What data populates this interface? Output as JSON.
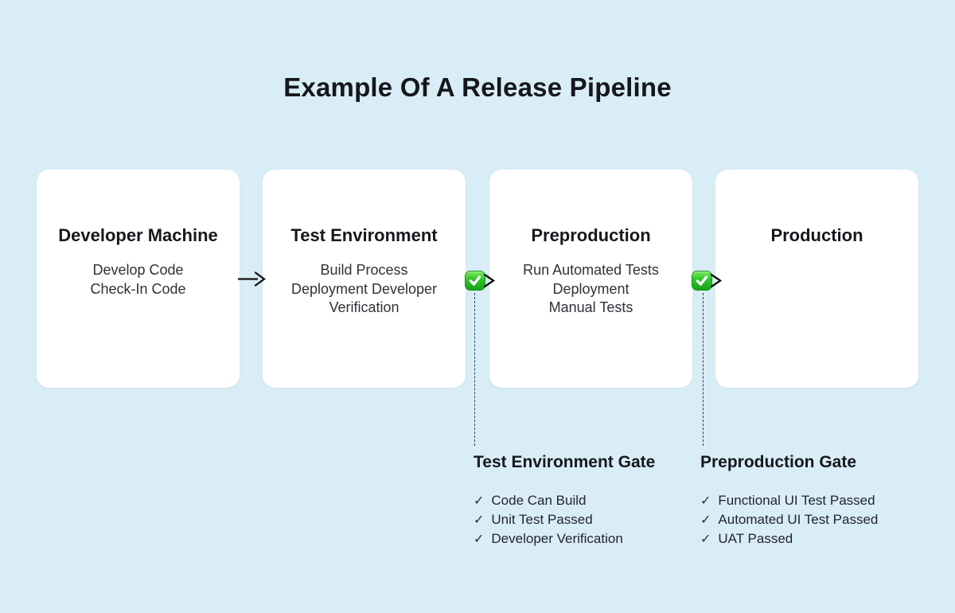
{
  "title": "Example Of A Release Pipeline",
  "stages": [
    {
      "name": "Developer Machine",
      "lines": [
        "Develop Code",
        "Check-In Code"
      ]
    },
    {
      "name": "Test Environment",
      "lines": [
        "Build Process",
        "Deployment Developer",
        "Verification"
      ]
    },
    {
      "name": "Preproduction",
      "lines": [
        "Run Automated Tests",
        "Deployment",
        "Manual Tests"
      ]
    },
    {
      "name": "Production",
      "lines": []
    }
  ],
  "connectors": [
    {
      "type": "arrow"
    },
    {
      "type": "gate-passed-check"
    },
    {
      "type": "gate-passed-check"
    }
  ],
  "gates": [
    {
      "title": "Test Environment Gate",
      "criteria": [
        "Code Can Build",
        "Unit Test Passed",
        "Developer Verification"
      ]
    },
    {
      "title": "Preproduction Gate",
      "criteria": [
        "Functional UI Test Passed",
        "Automated UI Test Passed",
        "UAT Passed"
      ]
    }
  ],
  "icons": {
    "check": "✓",
    "gate_passed": "green-checkbox-icon"
  },
  "colors": {
    "background": "#D9EDF6",
    "card": "#FFFFFF",
    "text_primary": "#16181C",
    "text_secondary": "#2E3237",
    "gate_green": "#2FC32B",
    "arrow": "#111111",
    "dashed_line": "#3C4350"
  }
}
